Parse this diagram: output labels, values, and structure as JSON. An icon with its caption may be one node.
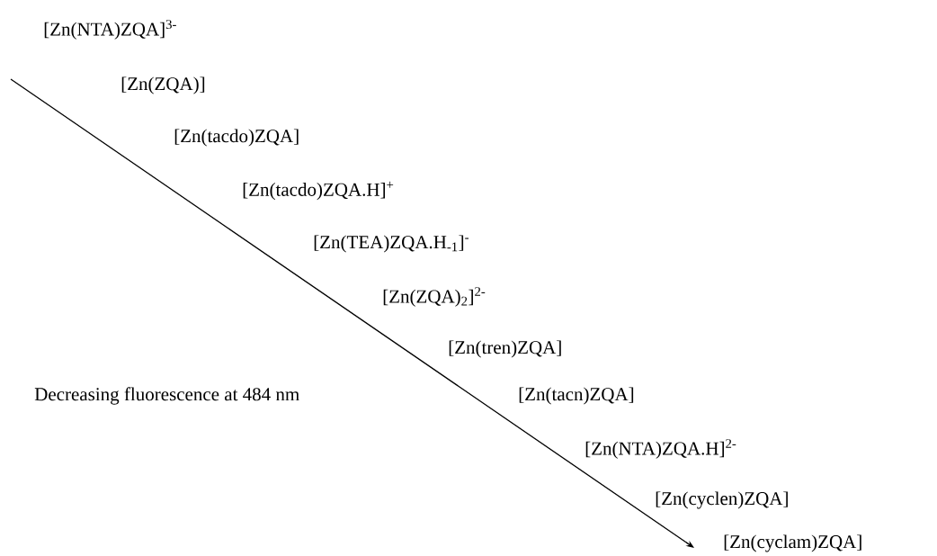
{
  "diagram": {
    "labels": [
      "[Zn(NTA)ZQA]$^{3-}$",
      "[Zn(ZQA)]",
      "[Zn(tacdo)ZQA]",
      "[Zn(tacdo)ZQA.H]$^{+}$",
      "[Zn(TEA)ZQA.H$_{-1}$]$^{-}$",
      "[Zn(ZQA)$_{2}$]$^{2-}$",
      "[Zn(tren)ZQA]",
      "Decreasing fluorescence at 484 nm",
      "[Zn(tacn)ZQA]",
      "[Zn(NTA)ZQA.H]$^{2-}$",
      "[Zn(cyclen)ZQA]",
      "[Zn(cyclam)ZQA]"
    ]
  }
}
